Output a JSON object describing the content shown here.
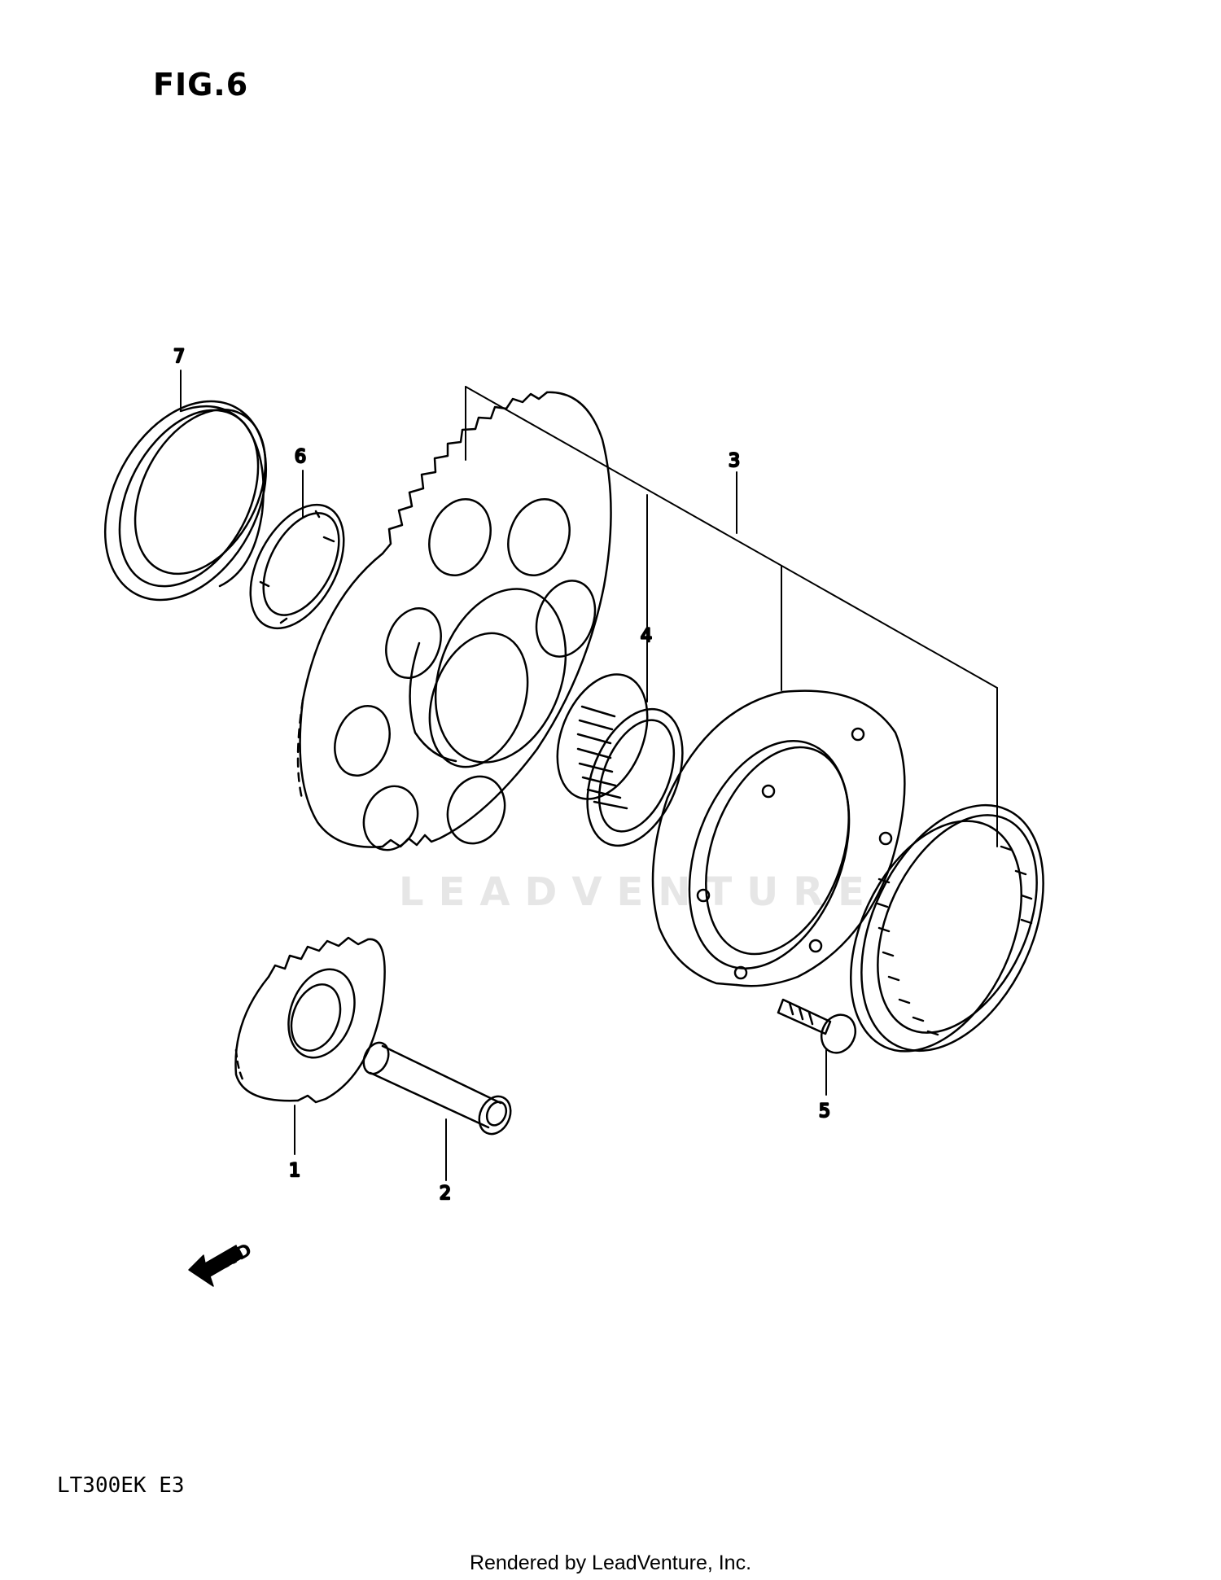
{
  "header": {
    "figure_title": "FIG.6"
  },
  "callouts": [
    {
      "id": "1",
      "label": "1"
    },
    {
      "id": "2",
      "label": "2"
    },
    {
      "id": "3",
      "label": "3"
    },
    {
      "id": "4",
      "label": "4"
    },
    {
      "id": "5",
      "label": "5"
    },
    {
      "id": "6",
      "label": "6"
    },
    {
      "id": "7",
      "label": "7"
    }
  ],
  "direction_badge": {
    "label": "FWD",
    "icon": "forward-arrow-icon"
  },
  "watermark": {
    "text": "LEADVENTURE"
  },
  "model_code": "LT300EK  E3",
  "footer": {
    "credit": "Rendered by LeadVenture, Inc."
  },
  "colors": {
    "line": "#000000",
    "background": "#ffffff",
    "watermark": "#e6e6e6"
  }
}
